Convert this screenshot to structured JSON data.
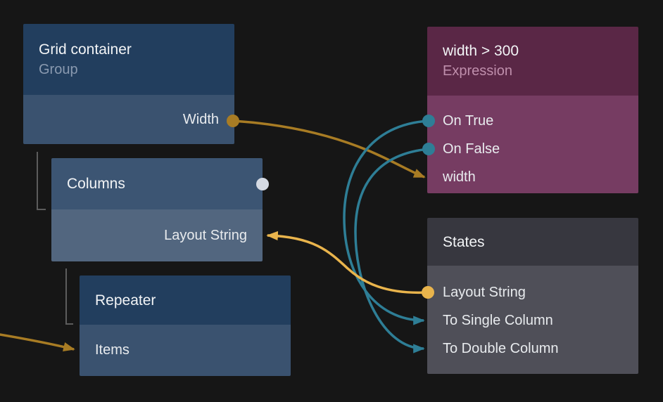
{
  "colors": {
    "background": "#161616",
    "wire_gold": "#a87c24",
    "wire_yellow": "#e9b44c",
    "wire_teal": "#2e7e96",
    "unconnected_port_dot": "#d5dae3",
    "tree_line": "#5c5c5c",
    "blue_node_header": "#223e5e",
    "blue_node_body": "#3a526f",
    "light_blue_node_header": "#3c5573",
    "light_blue_node_body": "#52667f",
    "purple_node_header": "#5a2746",
    "purple_node_body": "#763c62",
    "gray_node_header": "#37373f",
    "gray_node_body": "#4f4f58"
  },
  "nodes": {
    "grid_container": {
      "title": "Grid container",
      "subtitle": "Group",
      "ports": {
        "width": "Width"
      }
    },
    "columns": {
      "title": "Columns",
      "ports": {
        "layout_string": "Layout String"
      }
    },
    "repeater": {
      "title": "Repeater",
      "ports": {
        "items": "Items"
      }
    },
    "expression": {
      "title": "width > 300",
      "subtitle": "Expression",
      "ports": {
        "on_true": "On True",
        "on_false": "On False",
        "width": "width"
      }
    },
    "states": {
      "title": "States",
      "ports": {
        "layout_string": "Layout String",
        "to_single_column": "To Single Column",
        "to_double_column": "To Double Column"
      }
    }
  }
}
